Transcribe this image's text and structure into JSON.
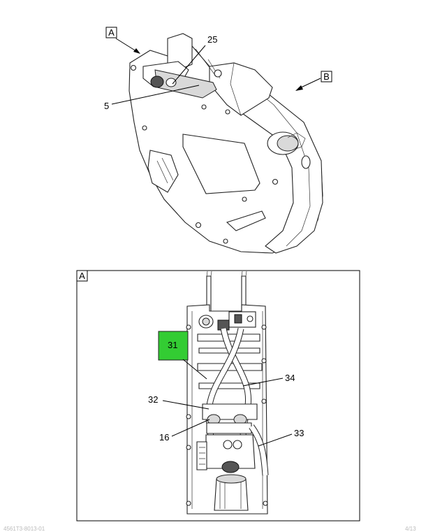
{
  "upper_view": {
    "view_a_label": "A",
    "view_b_label": "B",
    "callouts": [
      "25",
      "5"
    ]
  },
  "detail_a": {
    "frame_label": "A",
    "highlighted_callout": "31",
    "highlight_color": "#33cc33",
    "callouts": [
      "34",
      "32",
      "16",
      "33"
    ]
  },
  "footer": {
    "left_code": "4561T3-8013-01",
    "right_code": "4/13"
  }
}
